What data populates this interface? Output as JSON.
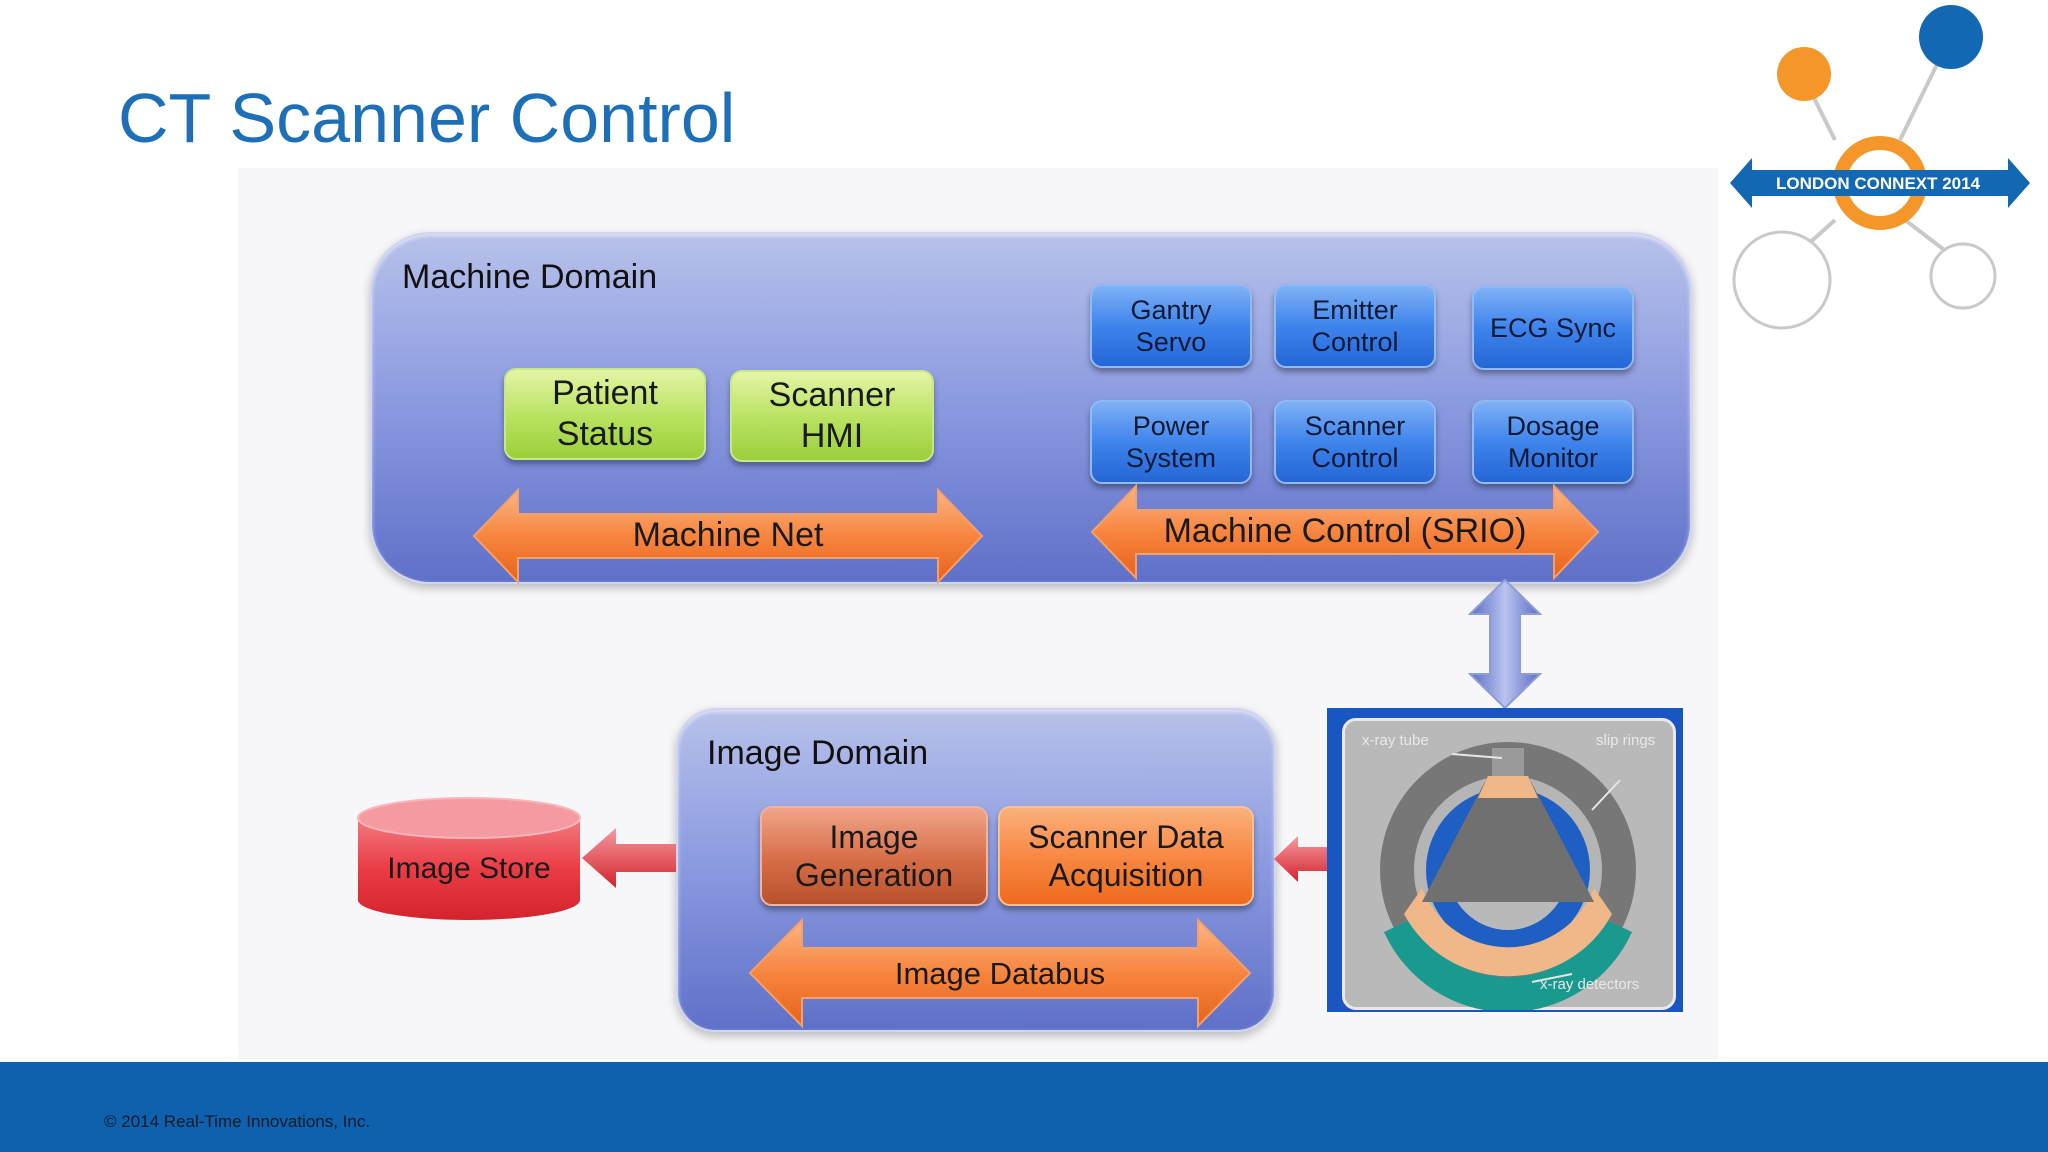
{
  "slide": {
    "title": "CT Scanner Control",
    "copyright": "© 2014 Real-Time Innovations, Inc."
  },
  "logo": {
    "text": "LONDON CONNEXT 2014",
    "colors": {
      "orange": "#f5962a",
      "blue": "#1368b3"
    }
  },
  "machine_domain": {
    "label": "Machine Domain",
    "green_boxes": [
      {
        "label": "Patient\nStatus"
      },
      {
        "label": "Scanner\nHMI"
      }
    ],
    "blue_boxes": [
      {
        "label": "Gantry\nServo"
      },
      {
        "label": "Emitter\nControl"
      },
      {
        "label": "ECG Sync"
      },
      {
        "label": "Power\nSystem"
      },
      {
        "label": "Scanner\nControl"
      },
      {
        "label": "Dosage\nMonitor"
      }
    ],
    "machine_net_label": "Machine Net",
    "machine_control_label": "Machine Control (SRIO)"
  },
  "image_domain": {
    "label": "Image Domain",
    "image_generation_label": "Image\nGeneration",
    "scanner_data_acquisition_label": "Scanner Data\nAcquisition",
    "image_databus_label": "Image Databus"
  },
  "image_store": {
    "label": "Image Store"
  },
  "ct_illustration": {
    "xray_tube_label": "x-ray tube",
    "slip_rings_label": "slip rings",
    "xray_detectors_label": "x-ray detectors"
  },
  "colors": {
    "title_blue": "#1d6fb8",
    "footer_blue": "#0f61ad",
    "domain_blue": "#7b8ad8",
    "box_green": "#b7e15e",
    "box_blue": "#3f84ec",
    "arrow_orange": "#f7853f",
    "store_red": "#e8343e"
  }
}
